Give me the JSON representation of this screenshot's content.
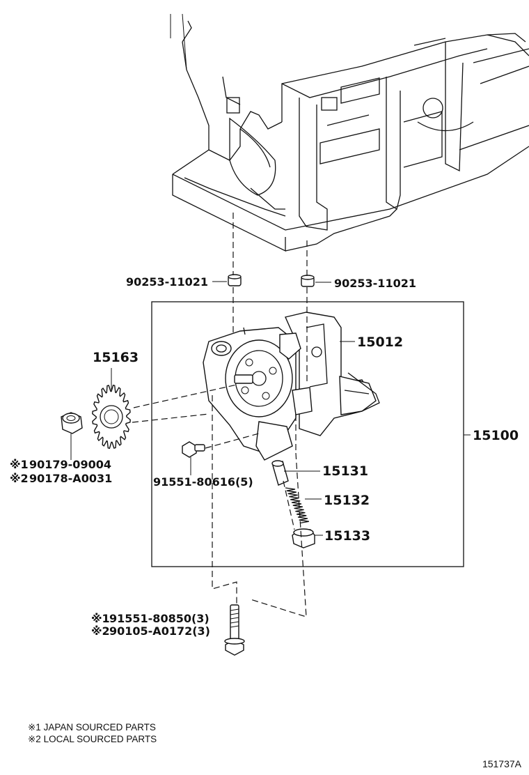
{
  "labels": {
    "collar_left": "90253-11021",
    "collar_right": "90253-11021",
    "body": "15012",
    "sprocket": "15163",
    "assembly": "15100",
    "valve": "15131",
    "spring": "15132",
    "plug": "15133",
    "nut_1": "90179-09004",
    "nut_2": "90178-A0031",
    "bolt_small": "91551-80616(5)",
    "bolt_long_1": "91551-80850(3)",
    "bolt_long_2": "90105-A0172(3)"
  },
  "marks": {
    "m1": "※1",
    "m2": "※2"
  },
  "notes": {
    "note_1": "※1 JAPAN SOURCED PARTS",
    "note_2": "※2 LOCAL SOURCED PARTS"
  },
  "reference_code": "151737A",
  "colors": {
    "ink": "#111111",
    "background": "#ffffff"
  }
}
